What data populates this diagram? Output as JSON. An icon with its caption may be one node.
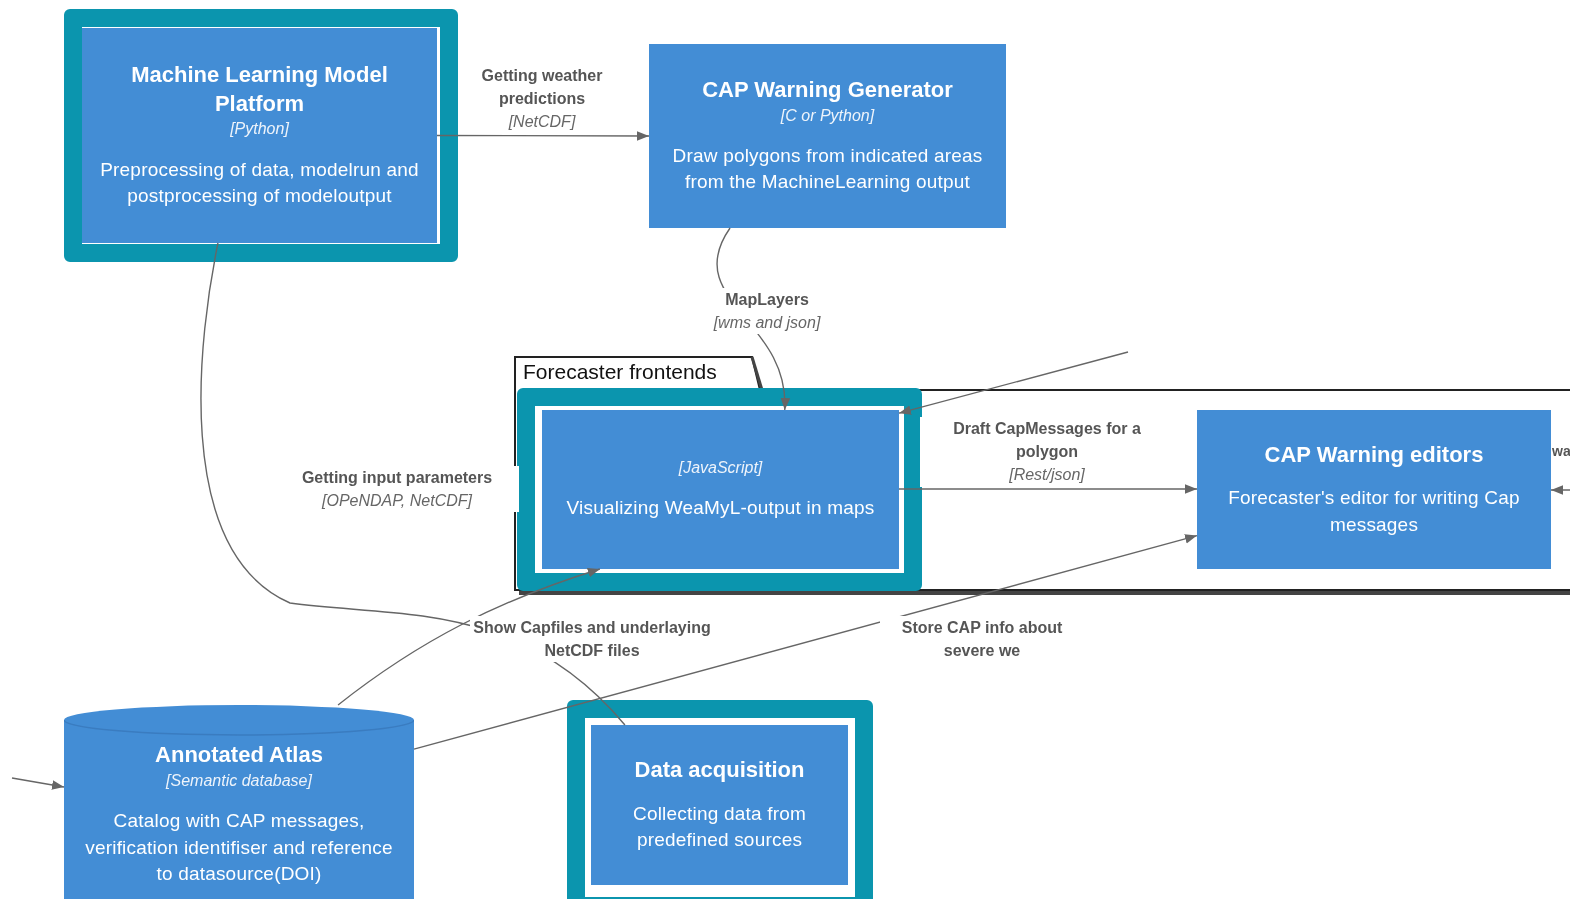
{
  "diagram": {
    "nodes": [
      {
        "text": [
          "Machine Learning Model Platform",
          "[Python]",
          "Preprocessing of data, modelrun and postprocessing of modeloutput"
        ]
      },
      {
        "text": [
          "CAP Warning Generator",
          "[C or Python]",
          "Draw polygons from indicated areas from the MachineLearning output"
        ]
      },
      {
        "text": [
          "Forecaster frontends"
        ]
      },
      {
        "text": [
          "[JavaScript]",
          "Visualizing WeaMyL-output in maps"
        ],
        "in": 2
      },
      {
        "text": [
          "CAP Warning editors",
          "Forecaster's editor for writing Cap messages"
        ],
        "in": 2
      },
      {
        "text": [
          "Annotated Atlas",
          "[Semantic database]",
          "Catalog with CAP messages, verification identifiser and reference to datasource(DOI)"
        ]
      },
      {
        "text": [
          "Data acquisition",
          "Collecting data from predefined sources"
        ]
      }
    ],
    "edges": [
      {
        "from": 0,
        "to": 1,
        "arrow": "to",
        "label": "Getting weather predictions *[NetCDF]*"
      },
      {
        "from": 1,
        "to": 3,
        "arrow": "to",
        "label": "MapLayers *[wms and json]*"
      },
      {
        "from": 3,
        "to": 4,
        "arrow": "to",
        "label": "Draft CapMessages for a polygon *[Rest/json]*"
      },
      {
        "from": 0,
        "to": 6,
        "arrow": "none",
        "label": "Getting input parameters *[OPeNDAP, NetCDF]*"
      },
      {
        "from": 5,
        "to": 3,
        "arrow": "to",
        "label": "Show Capfiles and underlaying NetCDF files"
      },
      {
        "from": 5,
        "to": 4,
        "arrow": "to",
        "label": "Store CAP info about severe we"
      },
      {
        "from": null,
        "to": 3,
        "arrow": "to"
      },
      {
        "from": null,
        "to": 5,
        "arrow": "to"
      },
      {
        "from": null,
        "to": 4,
        "arrow": "to",
        "label": "wa"
      }
    ]
  }
}
